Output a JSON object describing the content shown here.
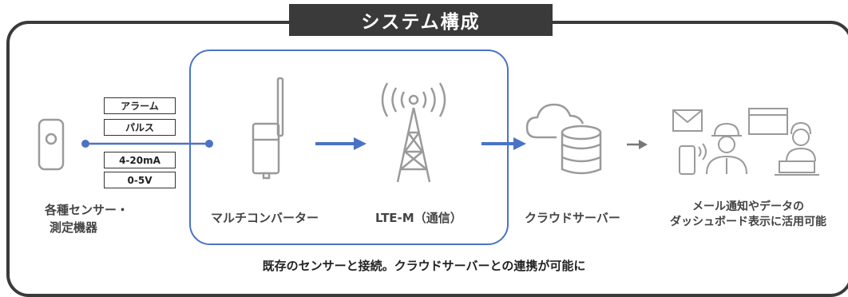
{
  "title": "システム構成",
  "signals": [
    "アラーム",
    "パルス",
    "4-20mA",
    "0-5V"
  ],
  "nodes": {
    "sensor": [
      "各種センサー・",
      "測定機器"
    ],
    "converter": "マルチコンバーター",
    "lte": "LTE-M（通信）",
    "cloud": "クラウドサーバー",
    "notify": [
      "メール通知やデータの",
      "ダッシュボード表示に活用可能"
    ]
  },
  "footer": "既存のセンサーと接続。クラウドサーバーとの連携が可能に",
  "colors": {
    "accent": "#4a73c6",
    "dark": "#3a3a3a",
    "icon": "#9a9a9a"
  }
}
